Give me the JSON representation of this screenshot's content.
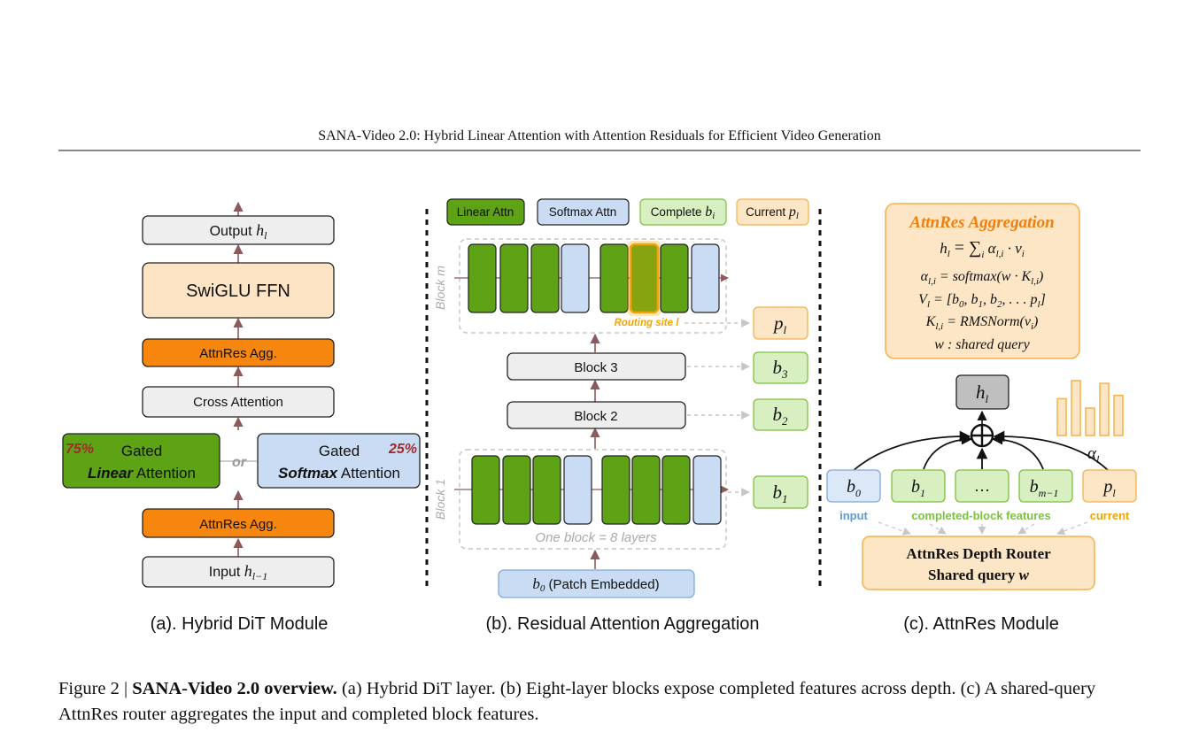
{
  "header": {
    "title": "SANA-Video 2.0: Hybrid Linear Attention with Attention Residuals for Efficient Video Generation"
  },
  "colors": {
    "linear_green": "#5ea315",
    "softmax_blue": "#c9dcf3",
    "complete_green": "#d7efc1",
    "current_orange": "#fde6c5",
    "attnres_orange": "#f7860f",
    "ffn_peach": "#fde4c5",
    "grey_box": "#eeeeee",
    "arrow_maroon": "#8b5a5a",
    "percent_red": "#a32a2a",
    "routing_yellow": "#f5a400"
  },
  "panel_a": {
    "output": "Output",
    "output_var": "h",
    "output_sub": "l",
    "ffn": "SwiGLU FFN",
    "attnres_top": "AttnRes Agg.",
    "cross_attention": "Cross Attention",
    "linear_pct": "75%",
    "linear_line1": "Gated",
    "linear_bold": "Linear",
    "linear_rest": " Attention",
    "or": "or",
    "softmax_pct": "25%",
    "softmax_line1": "Gated",
    "softmax_bold": "Softmax",
    "softmax_rest": " Attention",
    "attnres_bottom": "AttnRes Agg.",
    "input": "Input",
    "input_var": "h",
    "input_sub": "l−1",
    "caption": "(a). Hybrid DiT Module"
  },
  "panel_b": {
    "legend": {
      "linear": "Linear Attn",
      "softmax": "Softmax Attn",
      "complete": "Complete",
      "complete_var": "b",
      "complete_sub": "i",
      "current": "Current",
      "current_var": "p",
      "current_sub": "l"
    },
    "block_m_label": "Block m",
    "routing_site": "Routing site l",
    "p_var": "p",
    "p_sub": "l",
    "block3": "Block 3",
    "b3_var": "b",
    "b3_sub": "3",
    "block2": "Block 2",
    "b2_var": "b",
    "b2_sub": "2",
    "block1_label": "Block 1",
    "b1_var": "b",
    "b1_sub": "1",
    "one_block": "One block = 8 layers",
    "patch_var": "b",
    "patch_sub": "0",
    "patch_text": " (Patch Embedded)",
    "caption": "(b). Residual Attention Aggregation"
  },
  "panel_c": {
    "agg_title": "AttnRes Aggregation",
    "formula_h_lhs": "h",
    "formula_h_lhs_sub": "l",
    "formula_h_rhs": " = ∑",
    "formula_h_sum_sub": "i",
    "formula_h_tail": " α",
    "formula_h_tail_sub": "l,i",
    "formula_h_end": " · v",
    "formula_h_end_sub": "i",
    "formula_a": "α",
    "formula_a_sub": "l,i",
    "formula_a_rhs": " = softmax(w · K",
    "formula_a_rhs_sub": "l,i",
    "formula_a_close": ")",
    "formula_v": "V",
    "formula_v_sub": "l",
    "formula_v_rhs": " = [b",
    "formula_v_b0_sub": "0",
    "formula_v_b1": ", b",
    "formula_v_b1_sub": "1",
    "formula_v_b2": ", b",
    "formula_v_b2_sub": "2",
    "formula_v_end": ", . . . p",
    "formula_v_p_sub": "l",
    "formula_v_close": "]",
    "formula_k": "K",
    "formula_k_sub": "l,i",
    "formula_k_rhs": " = RMSNorm(v",
    "formula_k_rhs_sub": "i",
    "formula_k_close": ")",
    "formula_w": "w : shared query",
    "h_var": "h",
    "h_sub": "l",
    "alpha_var": "α",
    "alpha_sub": "l",
    "bar_heights": [
      0.67,
      1.0,
      0.5,
      0.95,
      0.73
    ],
    "nodes": [
      {
        "var": "b",
        "sub": "0"
      },
      {
        "var": "b",
        "sub": "1"
      },
      {
        "var": "…",
        "sub": ""
      },
      {
        "var": "b",
        "sub": "m−1"
      },
      {
        "var": "p",
        "sub": "l"
      }
    ],
    "input_label": "input",
    "completed_label": "completed-block features",
    "current_label": "current",
    "router_line1": "AttnRes Depth Router",
    "router_line2": "Shared query",
    "router_var": "w",
    "caption": "(c). AttnRes Module"
  },
  "caption": {
    "prefix": "Figure 2 | ",
    "bold": "SANA-Video 2.0 overview.",
    "rest": " (a) Hybrid DiT layer. (b) Eight-layer blocks expose completed features across depth. (c) A shared-query AttnRes router aggregates the input and completed block features."
  }
}
